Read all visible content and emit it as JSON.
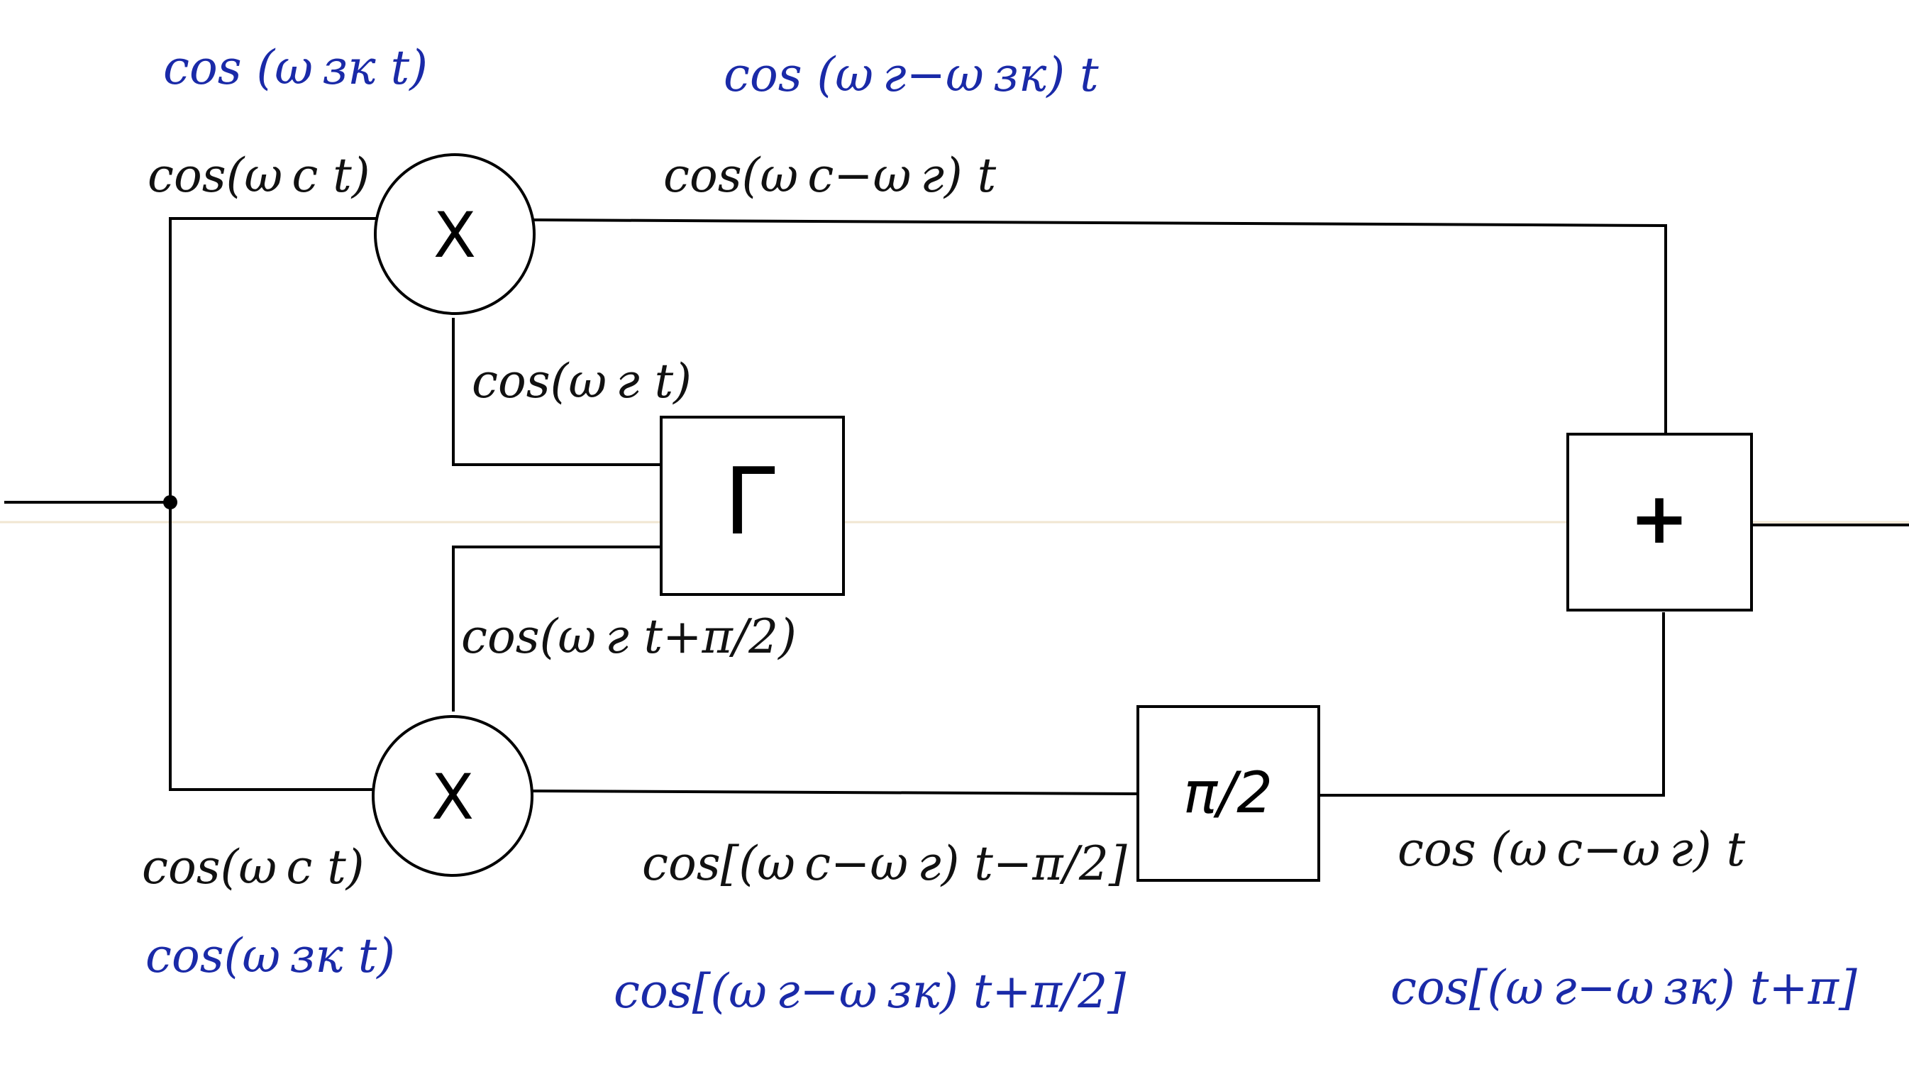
{
  "blocks": {
    "mixer_top": "X",
    "mixer_bottom": "X",
    "generator": "Г",
    "phase_shifter": "π/2",
    "adder": "+"
  },
  "labels": {
    "mixer_top_in_black": "cos(ω c t)",
    "mixer_top_in_blue": "cos (ω зк t)",
    "mixer_top_out_black": "cos(ω c−ω г) t",
    "mixer_top_out_blue": "cos (ω г−ω зк) t",
    "generator_out_top": "cos(ω г t)",
    "generator_out_bottom": "cos(ω г t+π/2)",
    "mixer_bottom_in_black": "cos(ω c t)",
    "mixer_bottom_in_blue": "cos(ω зк t)",
    "mixer_bottom_out_black": "cos[(ω c−ω г) t−π/2]",
    "mixer_bottom_out_blue": "cos[(ω г−ω зк) t+π/2]",
    "shifter_out_black": "cos (ω c−ω г) t",
    "shifter_out_blue": "cos[(ω г−ω зк) t+π]"
  },
  "colors": {
    "ink_black": "#111111",
    "ink_blue": "#1a2aa8"
  }
}
